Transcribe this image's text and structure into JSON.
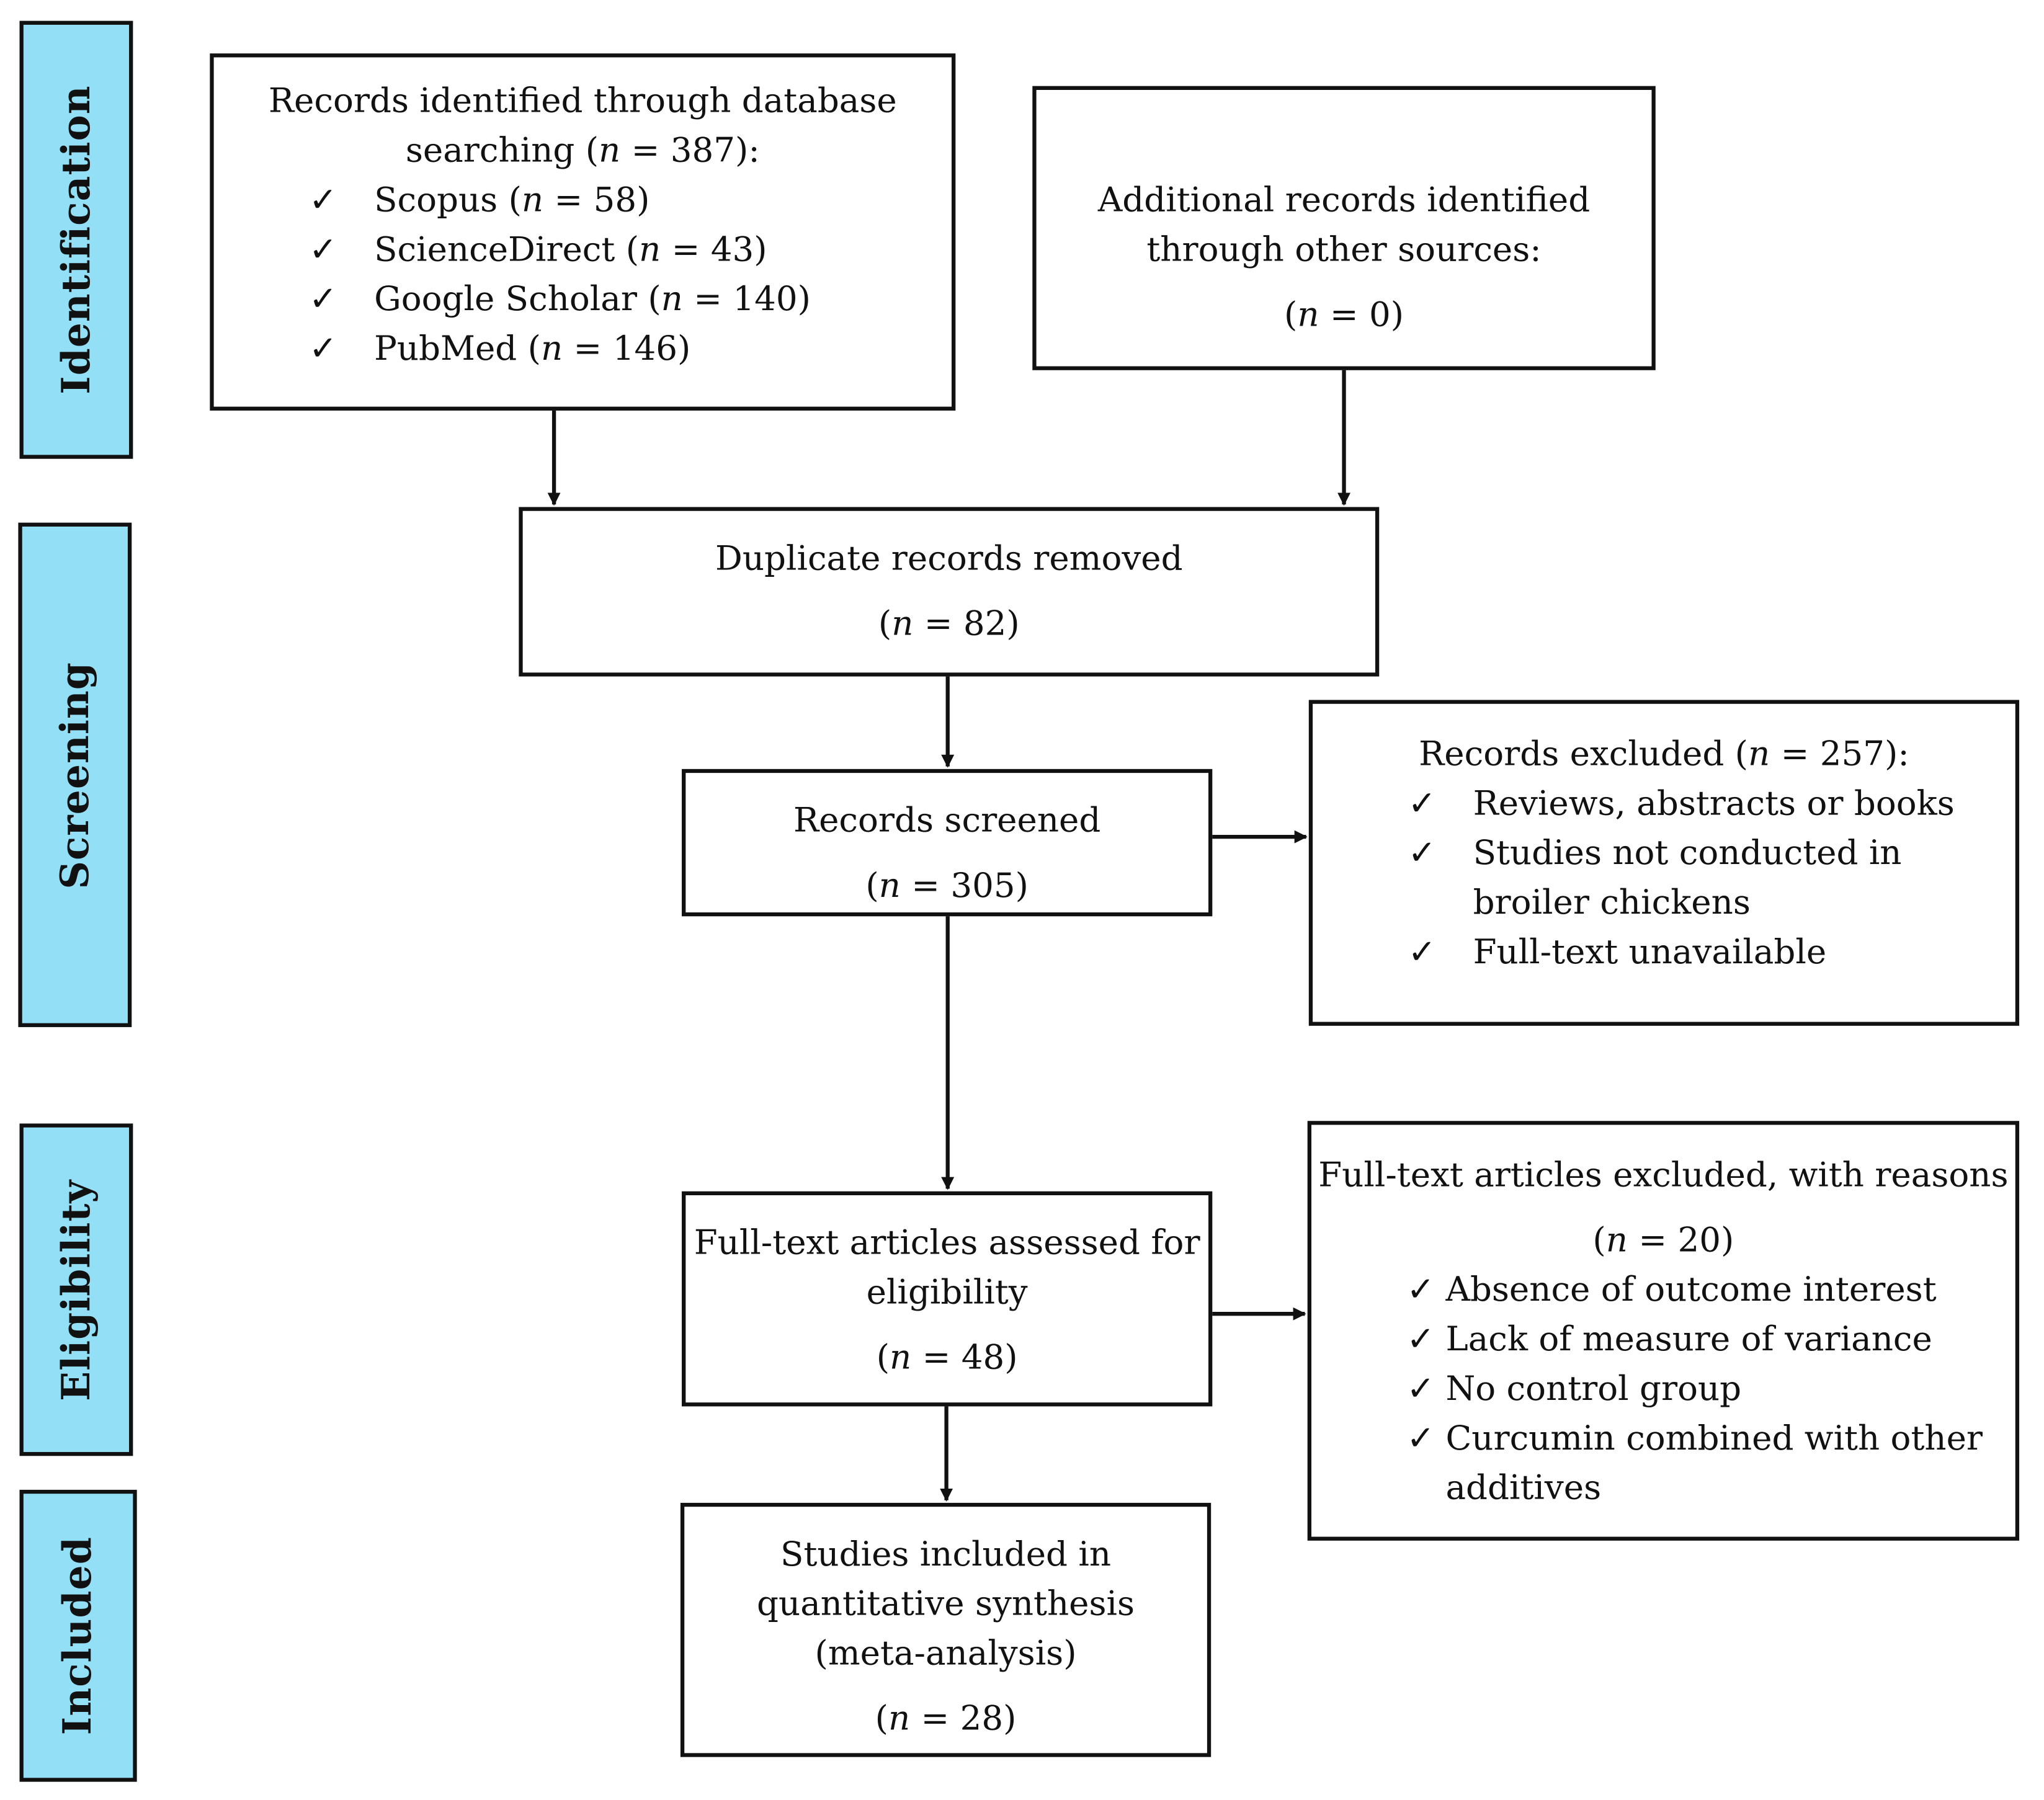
{
  "phases": {
    "identification": "Identification",
    "screening": "Screening",
    "eligibility": "Eligibility",
    "included": "Included"
  },
  "check_glyph": "✓",
  "n_symbol": "n",
  "boxes": {
    "database_search": {
      "line1": "Records identified through database",
      "line2_prefix": "searching (",
      "line2_suffix": " = 387):",
      "sources": [
        {
          "name": "Scopus (",
          "count": " = 58)"
        },
        {
          "name": "ScienceDirect (",
          "count": " = 43)"
        },
        {
          "name": "Google Scholar (",
          "count": " = 140)"
        },
        {
          "name": "PubMed (",
          "count": " = 146)"
        }
      ]
    },
    "other_sources": {
      "line1": "Additional records identified",
      "line2": "through other sources:",
      "count_prefix": "(",
      "count_suffix": " = 0)"
    },
    "duplicates": {
      "line1": "Duplicate records removed",
      "count_prefix": "(",
      "count_suffix": " = 82)"
    },
    "screened": {
      "line1": "Records screened",
      "count_prefix": "(",
      "count_suffix": " = 305)"
    },
    "excluded": {
      "title_prefix": "Records excluded (",
      "title_suffix": " = 257):",
      "reasons": [
        {
          "line1": "Reviews, abstracts or books",
          "line2": ""
        },
        {
          "line1": "Studies not conducted in",
          "line2": "broiler chickens"
        },
        {
          "line1": "Full-text unavailable",
          "line2": ""
        }
      ]
    },
    "eligibility": {
      "line1": "Full-text articles assessed for",
      "line2": "eligibility",
      "count_prefix": "(",
      "count_suffix": " = 48)"
    },
    "fulltext_excluded": {
      "line1": "Full-text articles excluded, with reasons",
      "count_prefix": "(",
      "count_suffix": " = 20)",
      "reasons": [
        {
          "line1": "Absence of outcome interest",
          "line2": ""
        },
        {
          "line1": "Lack of measure of variance",
          "line2": ""
        },
        {
          "line1": "No control group",
          "line2": ""
        },
        {
          "line1": "Curcumin combined with other",
          "line2": "additives"
        }
      ]
    },
    "included": {
      "line1": "Studies included in",
      "line2": "quantitative synthesis",
      "line3": "(meta-analysis)",
      "count_prefix": "(",
      "count_suffix": " = 28)"
    }
  }
}
